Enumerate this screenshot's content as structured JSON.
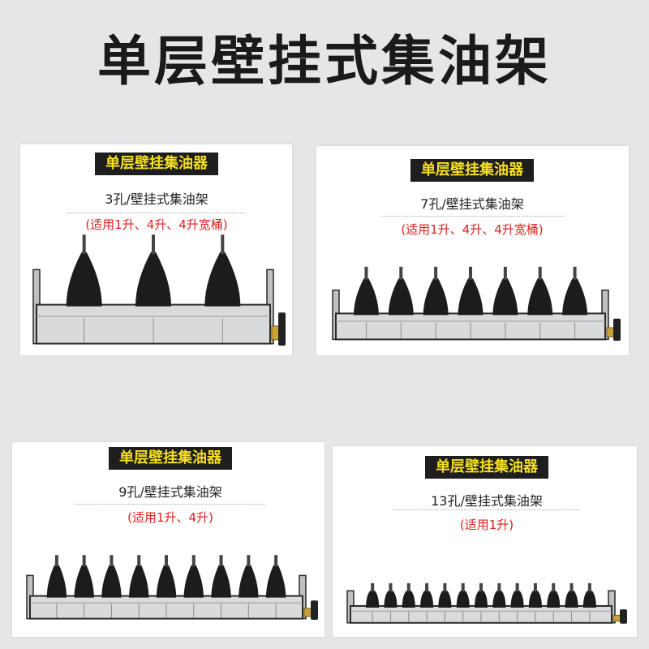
{
  "title": "单层壁挂式集油架",
  "colors": {
    "background": "#e6e6e8",
    "card": "#ffffff",
    "badge_bg": "#1e1e1e",
    "badge_text": "#f7df1e",
    "usage_text": "#e02020",
    "frame": "#2a2a2a",
    "rail": "#d9dadc",
    "funnel": "#1c1c1c",
    "valve": "#c9a23c"
  },
  "products": [
    {
      "badge": "单层壁挂集油器",
      "spec": "3孔/壁挂式集油架",
      "usage": "(适用1升、4升、4升宽桶)",
      "holes": 3
    },
    {
      "badge": "单层壁挂集油器",
      "spec": "7孔/壁挂式集油架",
      "usage": "(适用1升、4升、4升宽桶)",
      "holes": 7
    },
    {
      "badge": "单层壁挂集油器",
      "spec": "9孔/壁挂式集油架",
      "usage": "(适用1升、4升)",
      "holes": 9
    },
    {
      "badge": "单层壁挂集油器",
      "spec": "13孔/壁挂式集油架",
      "usage": "(适用1升)",
      "holes": 13
    }
  ]
}
